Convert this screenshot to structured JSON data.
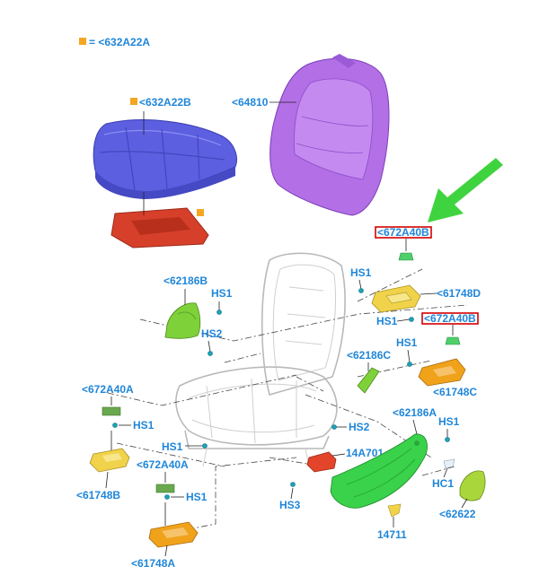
{
  "legend": {
    "marker_color": "#f5a623",
    "text": "= <632A22A"
  },
  "labels": {
    "cushion_pad": "<632A22B",
    "back_trim": "<64810",
    "highlight_top": "<672A40B",
    "highlight_mid": "<672A40B",
    "cover_upper_left": "<62186B",
    "hs1_a": "HS1",
    "hs2_a": "HS2",
    "hs1_top_right": "HS1",
    "bracket_top_right": "<61748D",
    "hs1_mid_right": "HS1",
    "hs1_right_b": "HS1",
    "cover_center_right": "<62186C",
    "bracket_mid_right": "<61748C",
    "tab_left_upper": "<672A40A",
    "hs1_left_upper": "HS1",
    "bracket_left": "<61748B",
    "hs1_center": "HS1",
    "tab_left_lower": "<672A40A",
    "hs1_left_lower": "HS1",
    "bracket_bottom": "<61748A",
    "hs2_center": "HS2",
    "module": "14A701",
    "hs3": "HS3",
    "shield_big": "<62186A",
    "hs1_far_right": "HS1",
    "hc1": "HC1",
    "knob": "<62622",
    "clip": "14711"
  },
  "colors": {
    "label_blue": "#1f86d9",
    "cushion_blue": "#5b5fe0",
    "back_purple": "#b36fe6",
    "pan_red": "#d6402a",
    "part_green": "#7fd13a",
    "shield_green": "#39d24a",
    "part_yellow": "#f0d34a",
    "part_orange": "#f0a21a",
    "module_red": "#e3452a",
    "arrow_green": "#3fd43f",
    "highlight_red": "#d40000"
  }
}
